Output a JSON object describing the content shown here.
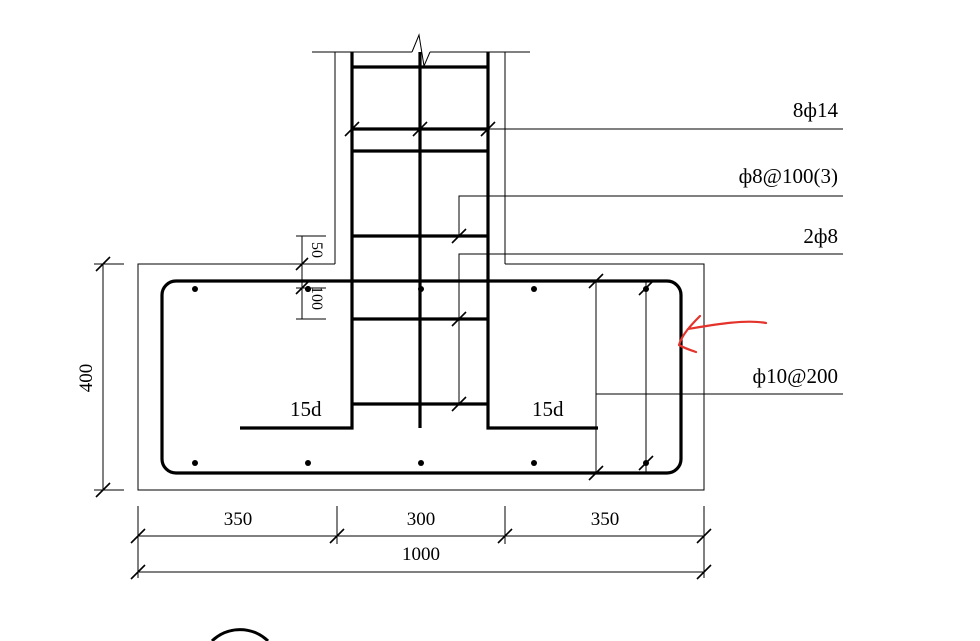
{
  "labels": {
    "main_bars": "8ф14",
    "stirrup": "ф8@100(3)",
    "tie_bars": "2ф8",
    "slab_bars": "ф10@200",
    "hook_left": "15d",
    "hook_right": "15d",
    "height_total": "400",
    "cover_top": "50",
    "cover_inner": "100",
    "dim_left": "350",
    "dim_mid": "300",
    "dim_right": "350",
    "dim_total": "1000"
  },
  "colors": {
    "line": "#000000",
    "annotation": "#e4332b"
  }
}
